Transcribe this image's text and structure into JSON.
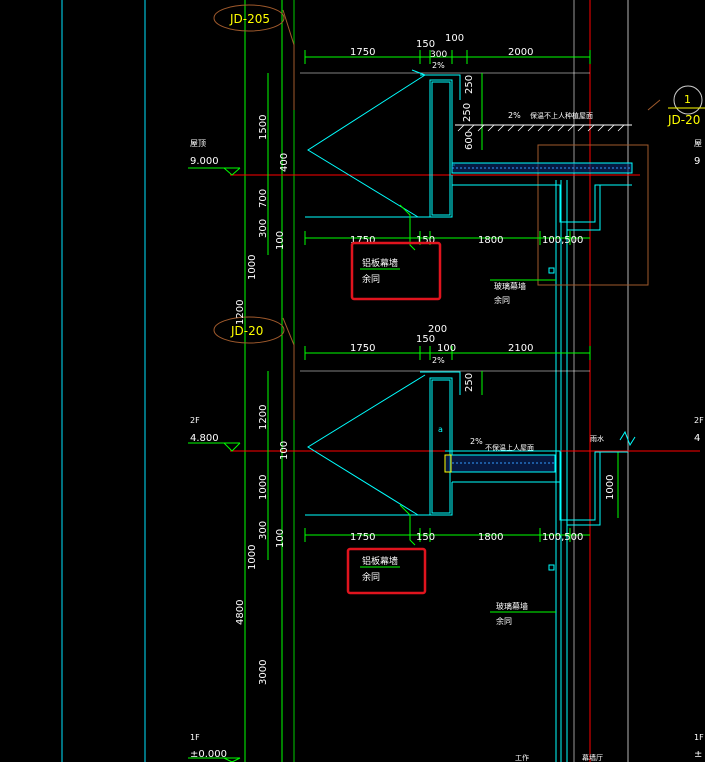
{
  "callouts": {
    "upper_tag": "JD-205",
    "lower_tag": "JD-20",
    "right_top_number": "1",
    "right_top_tag": "JD-20"
  },
  "levels": {
    "roof_label": "屋顶",
    "roof_elev": "9.000",
    "second_label": "2F",
    "second_elev": "4.800",
    "first_label": "1F",
    "first_elev": "±0.000",
    "right_roof_label": "屋",
    "right_roof_elev": "9",
    "right_second_label": "2F",
    "right_second_elev": "4",
    "right_first_label": "1F",
    "right_first_elev": "±"
  },
  "dims_upper": {
    "d1750": "1750",
    "d150": "150",
    "d100": "100",
    "d300": "300",
    "d2000": "2000",
    "d250": "250",
    "d1500": "1500",
    "d400": "400",
    "d600": "600",
    "d250b": "250",
    "d700": "700",
    "d300b": "300",
    "d100b": "100",
    "bot1750": "1750",
    "bot150": "150",
    "bot1800": "1800",
    "bot100500": "100,500",
    "left1000": "1000"
  },
  "dims_lower": {
    "d200": "200",
    "d1750": "1750",
    "d150": "150",
    "d100": "100",
    "d2100": "2100",
    "d250": "250",
    "d1200": "1200",
    "d100b": "100",
    "d1000": "1000",
    "d300": "300",
    "d100c": "100",
    "bot1750": "1750",
    "bot150": "150",
    "bot1800": "1800",
    "bot100500": "100,500",
    "right1000": "1000",
    "left1000": "1000",
    "left1200": "1200",
    "left4800": "4800",
    "left3000": "3000"
  },
  "notes": {
    "aluminum_upper": "铝板幕墙",
    "same_upper": "余同",
    "glass_upper": "玻璃幕墙",
    "glass_upper_same": "余同",
    "aluminum_lower": "铝板幕墙",
    "same_lower": "余同",
    "glass_lower": "玻璃幕墙",
    "glass_lower_same": "余同",
    "slope_upper": "2%",
    "roof_note": "保温不上人种植屋面",
    "slope_upper2": "2%",
    "slope_lower": "2%",
    "slope_lower2": "2%",
    "roof_note_lower": "不保温上人屋面",
    "small_note": "雨水",
    "bottom_note": "工作",
    "bottom_note2": "幕墙厅",
    "tick_a": "a"
  },
  "highlight_color": "#e0141e",
  "colors": {
    "cyan": "#00ffff",
    "green": "#00ff00",
    "yellow": "#ffff00",
    "red": "#ff0000",
    "white": "#ffffff",
    "brown": "#a05a2c",
    "blue": "#3399ff"
  }
}
